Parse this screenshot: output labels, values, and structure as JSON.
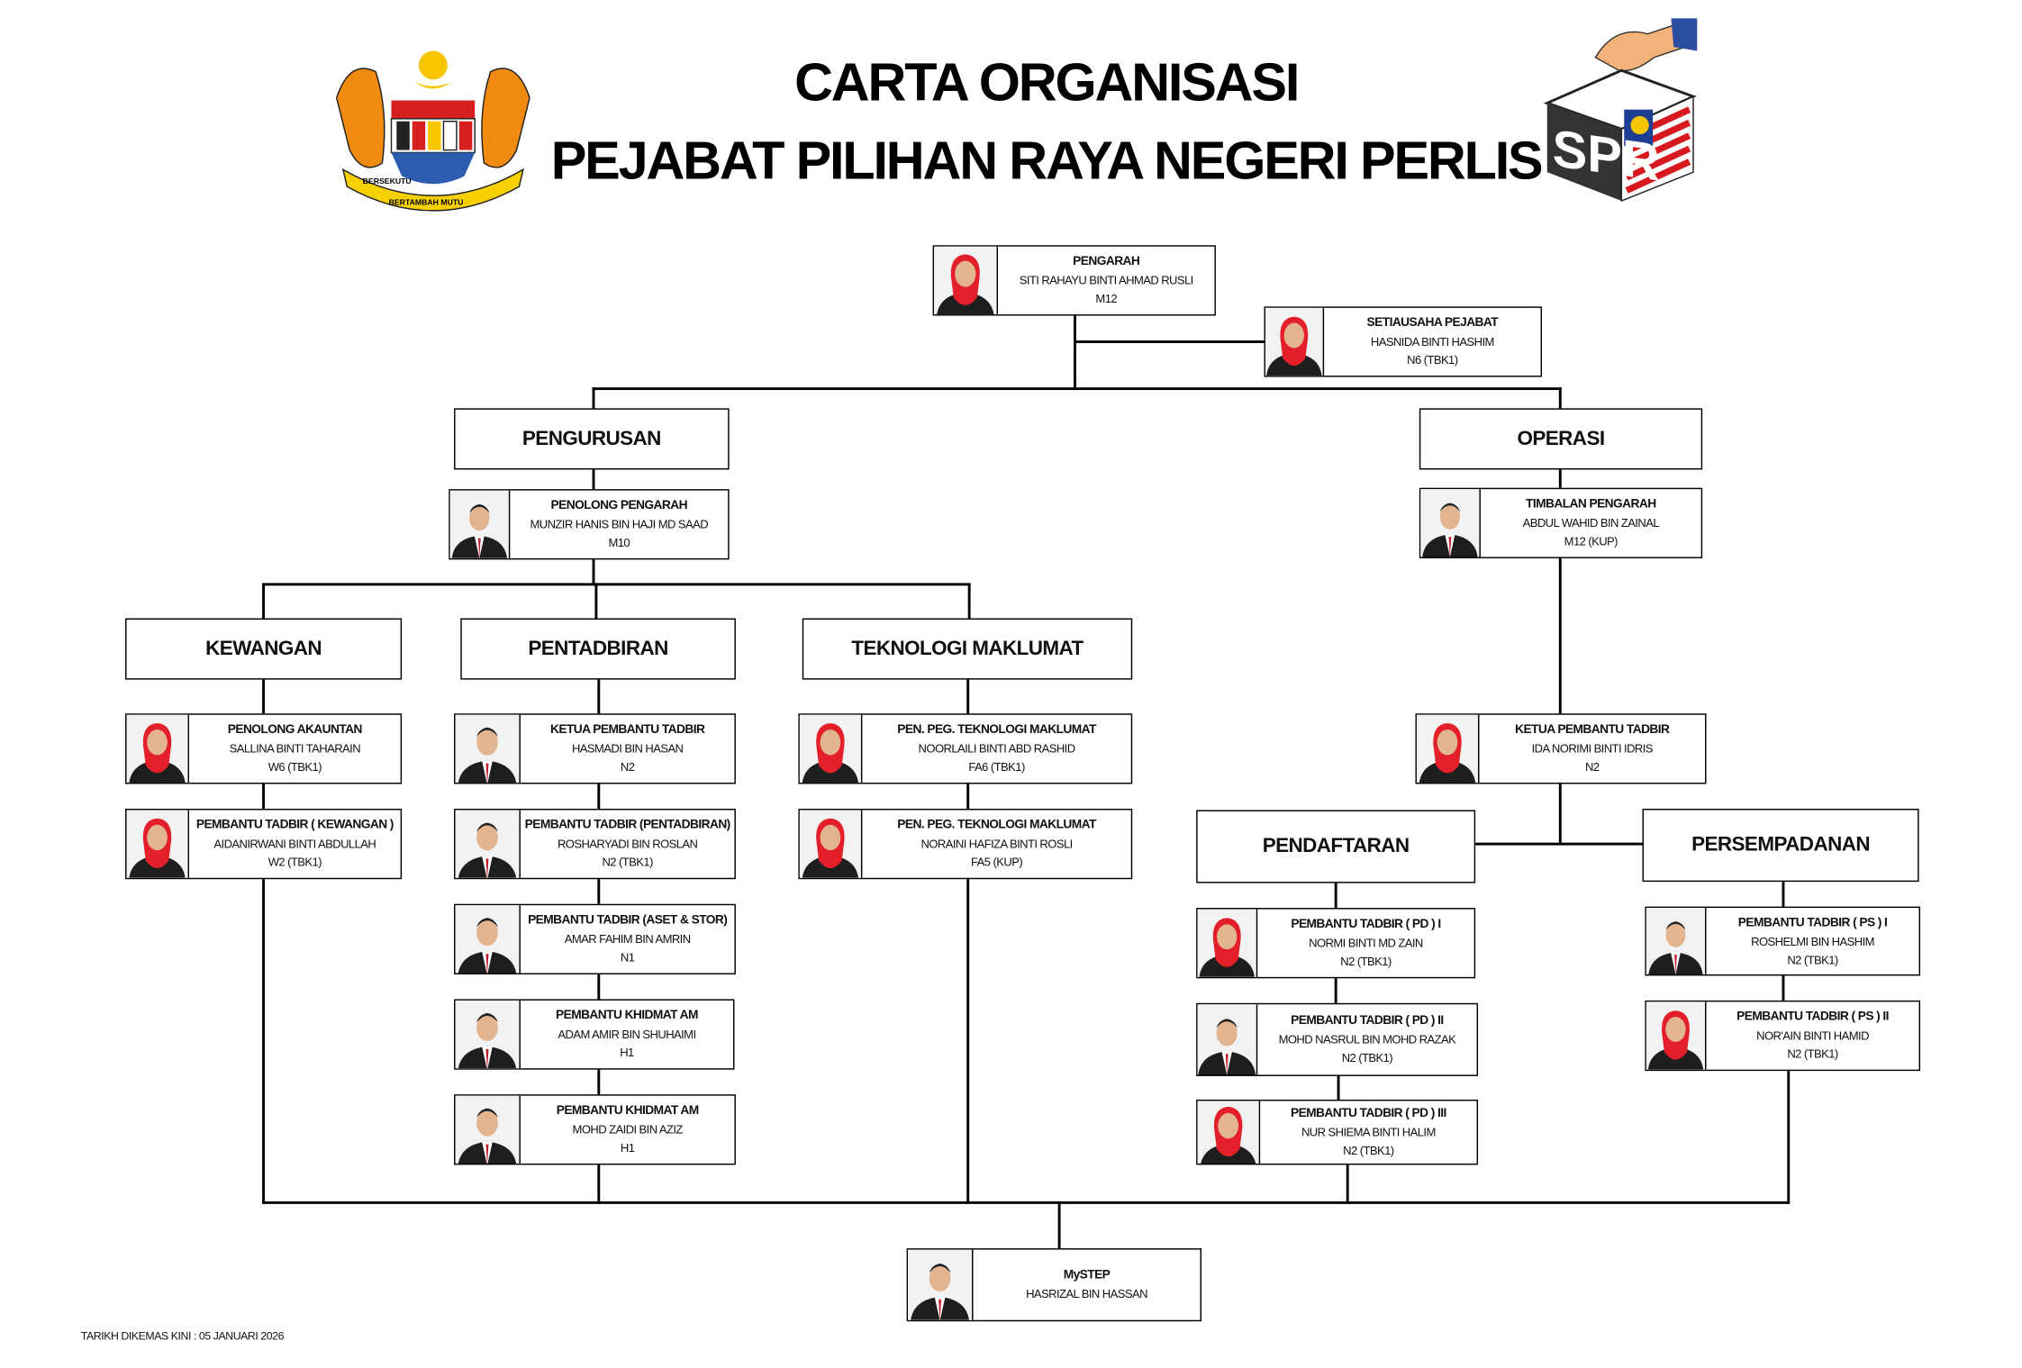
{
  "header": {
    "title_line1": "CARTA ORGANISASI",
    "title_line2": "PEJABAT PILIHAN RAYA NEGERI PERLIS",
    "left_logo": {
      "icon": "malaysia-coat-of-arms",
      "motto_left": "BERSEKUTU",
      "motto_right": "BERTAMBAH MUTU"
    },
    "right_logo": {
      "icon": "spr-ballot-box-logo",
      "text": "SPR"
    }
  },
  "sections": {
    "pengurusan": "PENGURUSAN",
    "operasi": "OPERASI",
    "kewangan": "KEWANGAN",
    "pentadbiran": "PENTADBIRAN",
    "teknologi": "TEKNOLOGI MAKLUMAT",
    "pendaftaran": "PENDAFTARAN",
    "persempadanan": "PERSEMPADANAN"
  },
  "people": {
    "pengarah": {
      "title": "PENGARAH",
      "name": "SITI RAHAYU BINTI AHMAD RUSLI",
      "grade": "M12"
    },
    "setiausaha": {
      "title": "SETIAUSAHA PEJABAT",
      "name": "HASNIDA BINTI HASHIM",
      "grade": "N6 (TBK1)"
    },
    "penolong_pengarah": {
      "title": "PENOLONG PENGARAH",
      "name": "MUNZIR HANIS BIN HAJI MD SAAD",
      "grade": "M10"
    },
    "timbalan": {
      "title": "TIMBALAN PENGARAH",
      "name": "ABDUL WAHID BIN ZAINAL",
      "grade": "M12 (KUP)"
    },
    "akauntan": {
      "title": "PENOLONG AKAUNTAN",
      "name": "SALLINA BINTI TAHARAIN",
      "grade": "W6 (TBK1)"
    },
    "pt_kewangan": {
      "title": "PEMBANTU TADBIR ( KEWANGAN )",
      "name": "AIDANIRWANI BINTI ABDULLAH",
      "grade": "W2 (TBK1)"
    },
    "kpt_pentadbiran": {
      "title": "KETUA PEMBANTU TADBIR",
      "name": "HASMADI BIN HASAN",
      "grade": "N2"
    },
    "pt_pentadbiran": {
      "title": "PEMBANTU TADBIR (PENTADBIRAN)",
      "name": "ROSHARYADI BIN ROSLAN",
      "grade": "N2 (TBK1)"
    },
    "pt_aset": {
      "title": "PEMBANTU TADBIR (ASET & STOR)",
      "name": "AMAR FAHIM BIN AMRIN",
      "grade": "N1"
    },
    "pka_1": {
      "title": "PEMBANTU KHIDMAT AM",
      "name": "ADAM AMIR BIN SHUHAIMI",
      "grade": "H1"
    },
    "pka_2": {
      "title": "PEMBANTU KHIDMAT AM",
      "name": "MOHD ZAIDI BIN AZIZ",
      "grade": "H1"
    },
    "ppt_1": {
      "title": "PEN. PEG. TEKNOLOGI MAKLUMAT",
      "name": "NOORLAILI BINTI ABD RASHID",
      "grade": "FA6 (TBK1)"
    },
    "ppt_2": {
      "title": "PEN. PEG. TEKNOLOGI MAKLUMAT",
      "name": "NORAINI HAFIZA BINTI ROSLI",
      "grade": "FA5 (KUP)"
    },
    "kpt_operasi": {
      "title": "KETUA PEMBANTU TADBIR",
      "name": "IDA NORIMI BINTI IDRIS",
      "grade": "N2"
    },
    "pd_1": {
      "title": "PEMBANTU TADBIR ( PD ) I",
      "name": "NORMI BINTI MD ZAIN",
      "grade": "N2 (TBK1)"
    },
    "pd_2": {
      "title": "PEMBANTU TADBIR ( PD ) II",
      "name": "MOHD NASRUL BIN MOHD RAZAK",
      "grade": "N2 (TBK1)"
    },
    "pd_3": {
      "title": "PEMBANTU TADBIR ( PD ) III",
      "name": "NUR SHIEMA BINTI HALIM",
      "grade": "N2 (TBK1)"
    },
    "ps_1": {
      "title": "PEMBANTU TADBIR ( PS ) I",
      "name": "ROSHELMI BIN HASHIM",
      "grade": "N2 (TBK1)"
    },
    "ps_2": {
      "title": "PEMBANTU TADBIR ( PS ) II",
      "name": "NOR'AIN BINTI HAMID",
      "grade": "N2 (TBK1)"
    },
    "mystep": {
      "title": "MySTEP",
      "name": "HASRIZAL BIN HASSAN",
      "grade": ""
    }
  },
  "footer": {
    "updated": "TARIKH DIKEMAS KINI :  05 JANUARI 2026"
  },
  "colors": {
    "hijab": "#e3202a",
    "suit": "#1e1e1e",
    "line": "#000000"
  }
}
